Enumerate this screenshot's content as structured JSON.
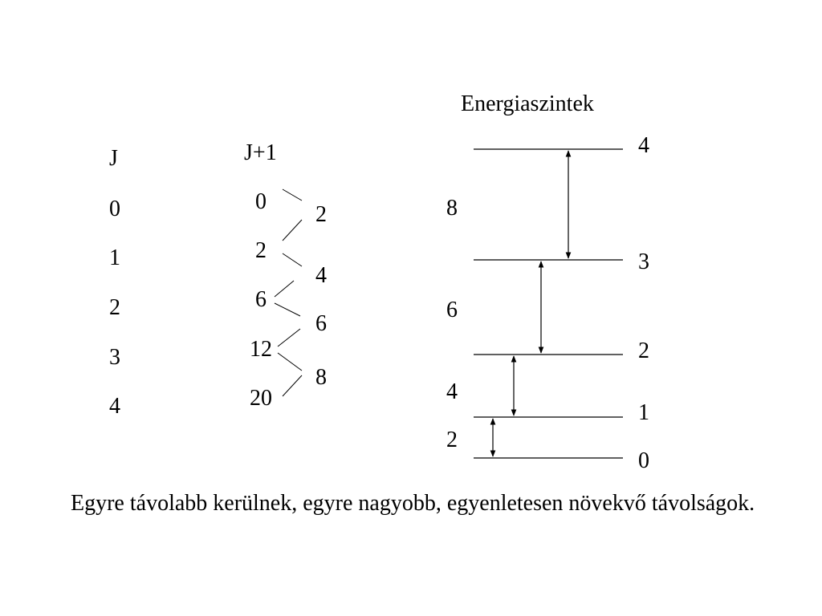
{
  "title": "Energiaszintek",
  "j_column": {
    "header": "J",
    "values": [
      "0",
      "1",
      "2",
      "3",
      "4"
    ]
  },
  "jj_column": {
    "header": "J+1",
    "products": [
      "0",
      "2",
      "6",
      "12",
      "20"
    ],
    "differences": [
      "2",
      "4",
      "6",
      "8"
    ]
  },
  "levels": {
    "labels": [
      "4",
      "3",
      "2",
      "1",
      "0"
    ],
    "gaps": [
      "8",
      "6",
      "4",
      "2"
    ]
  },
  "caption": "Egyre távolabb kerülnek, egyre nagyobb, egyenletesen növekvő távolságok.",
  "colors": {
    "ink": "#000000",
    "background": "#ffffff"
  }
}
